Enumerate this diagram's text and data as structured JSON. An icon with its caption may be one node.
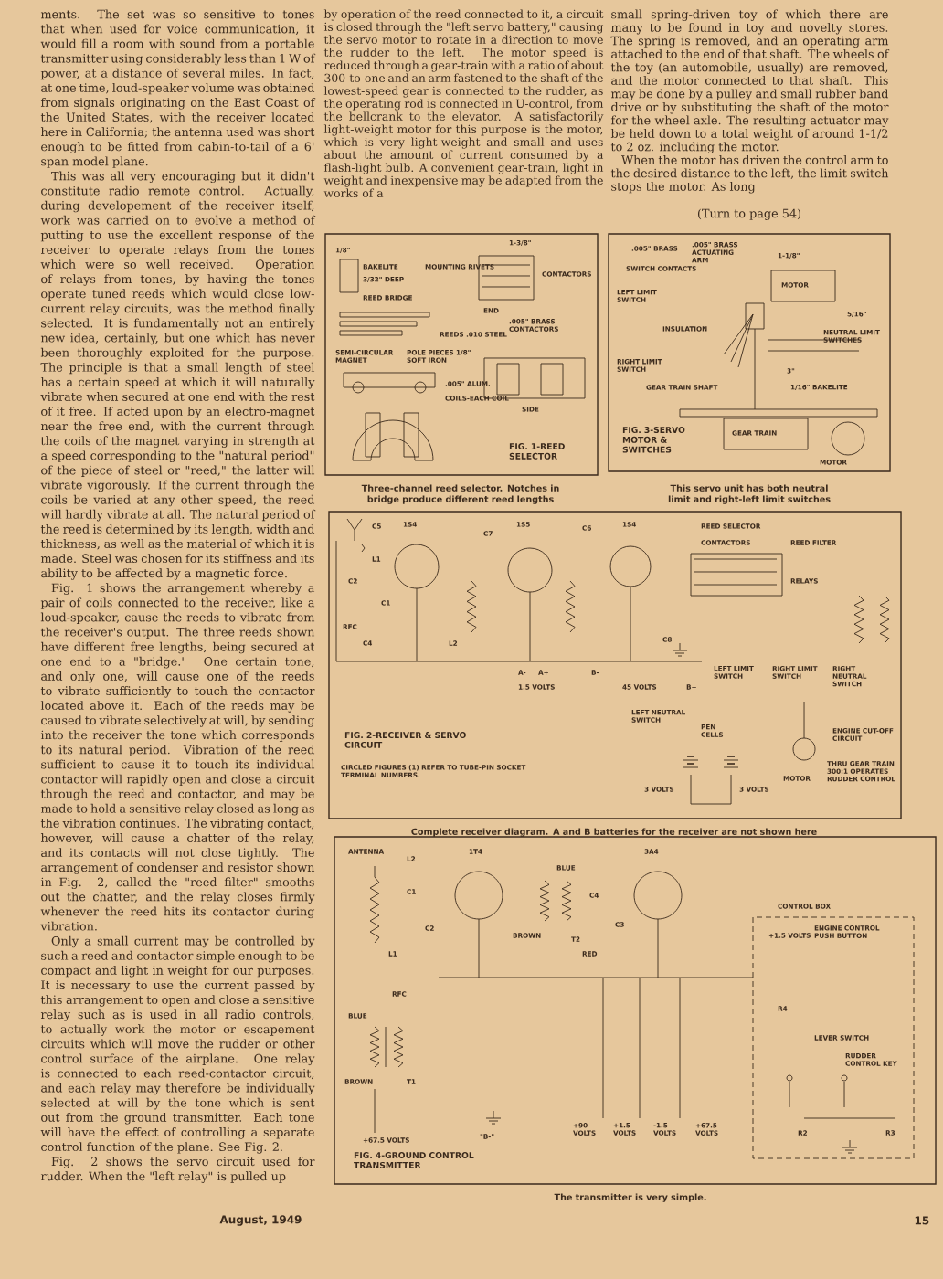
{
  "diagram": {
    "labels": [
      "ments. The set was so sensitive to tones that when used for voice communication, it would fill a room with sound from a portable transmitter using considerably less than 1 W of power, at a distance of several miles. In fact, at one time, loud-speaker volume was obtained from signals originating on the East Coast of the United States, with the receiver located here in California; the antenna used was short enough to be fitted from cabin-to-tail of a 6' span model plane.",
      "This was all very encouraging but it didn't constitute radio remote control. Actually, during developement of the receiver itself, work was carried on to evolve a method of putting to use the excellent response of the receiver to operate relays from the tones which were so well received. Operation of relays from tones, by having the tones operate tuned reeds which would close low-current relay circuits, was the method finally selected. It is fundamentally not an entirely new idea, certainly, but one which has never been thoroughly exploited for the purpose. The principle is that a small length of steel has a certain speed at which it will naturally vibrate when secured at one end with the rest of it free. If acted upon by an electro-magnet near the free end, with the current through the coils of the magnet varying in strength at a speed corresponding to the \"natural period\" of the piece of steel or \"reed,\" the latter will vibrate vigorously. If the current through the coils be varied at any other speed, the reed will hardly vibrate at all. The natural period of the reed is determined by its length, width and thickness, as well as the material of which it is made. Steel was chosen for its stiffness and its ability to be affected by a magnetic force.",
      "Fig. 1 shows the arrangement whereby a pair of coils connected to the receiver, like a loud-speaker, cause the reeds to vibrate from the receiver's output. The three reeds shown have different free lengths, being secured at one end to a \"bridge.\" One certain tone, and only one, will cause one of the reeds to vibrate sufficiently to touch the contactor located above it. Each of the reeds may be caused to vibrate selectively at will, by sending into the receiver the tone which corresponds to its natural period. Vibration of the reed sufficient to cause it to touch its individual contactor will rapidly open and close a circuit through the reed and contactor, and may be made to hold a sensitive relay closed as long as the vibration continues. The vibrating contact, however, will cause a chatter of the relay, and its contacts will not close tightly. The arrangement of condenser and resistor shown in Fig. 2, called the \"reed filter\" smooths out the chatter, and the relay closes firmly whenever the reed hits its contactor during vibration.",
      "Only a small current may be controlled by such a reed and contactor simple enough to be compact and light in weight for our purposes. It is necessary to use the current passed by this arrangement to open and close a sensitive relay such as is used in all radio controls, to actually work the motor or escapement circuits which will move the rudder or other control surface of the airplane. One relay is connected to each reed-contactor circuit, and each relay may therefore be individually selected at will by the tone which is sent out from the ground transmitter. Each tone will have the effect of controlling a separate control function of the plane. See Fig. 2.",
      "Fig. 2 shows the servo circuit used for rudder. When the \"left relay\" is pulled up",
      "by operation of the reed connected to it, a circuit is closed through the \"left servo battery,\" causing the servo motor to rotate in a direction to move the rudder to the left. The motor speed is reduced through a gear-train with a ratio of about 300-to-one and an arm fastened to the shaft of the lowest-speed gear is connected to the rudder, as the operating rod is connected in U-control, from the bellcrank to the elevator. A satisfactorily light-weight motor for this purpose is the motor, which is very light-weight and small and uses about the amount of current consumed by a flash-light bulb. A convenient gear-train, light in weight and inexpensive may be adapted from the works of a",
      "small spring-driven toy of which there are many to be found in toy and novelty stores. The spring is removed, and an operating arm attached to the end of that shaft. The wheels of the toy (an automobile, usually) are removed, and the motor connected to that shaft. This may be done by a pulley and small rubber band drive or by substituting the shaft of the motor for the wheel axle. The resulting actuator may be held down to a total weight of around 1-1/2 to 2 oz. including the motor.",
      "When the motor has driven the control arm to the desired distance to the left, the limit switch stops the motor. As long",
      "(Turn to page 54)",
      "1/8\"",
      "BAKELITE",
      "3/32\" DEEP",
      "MOUNTING RIVETS",
      "REED BRIDGE",
      "1-3/8\"",
      "CONTACTORS",
      "END",
      "REEDS .010 STEEL",
      ".005\" BRASS CONTACTORS",
      "SEMI-CIRCULAR MAGNET",
      "POLE PIECES 1/8\" SOFT IRON",
      ".005\" ALUM.",
      "COILS-EACH COIL",
      "SIDE",
      "FIG. 1-REED SELECTOR",
      "Three-channel reed selector. Notches in bridge produce different reed lengths",
      ".005\" BRASS",
      "SWITCH CONTACTS",
      ".005\" BRASS ACTUATING ARM",
      "1-1/8\"",
      "MOTOR",
      "LEFT LIMIT SWITCH",
      "5/16\"",
      "INSULATION",
      "NEUTRAL LIMIT SWITCHES",
      "RIGHT LIMIT SWITCH",
      "GEAR TRAIN SHAFT",
      "3\"",
      "1/16\" BAKELITE",
      "GEAR TRAIN",
      "MOTOR",
      "FIG. 3-SERVO MOTOR & SWITCHES",
      "This servo unit has both neutral limit and right-left limit switches",
      "C5",
      "1S4",
      "C7",
      "1S5",
      "C6",
      "1S4",
      "REED SELECTOR",
      "CONTACTORS",
      "REED FILTER",
      "L1",
      "C2",
      "C1",
      "RFC",
      "C4",
      "L2",
      "RELAYS",
      "C8",
      "A-",
      "A+",
      "1.5 VOLTS",
      "B-",
      "45 VOLTS",
      "B+",
      "LEFT LIMIT SWITCH",
      "RIGHT LIMIT SWITCH",
      "RIGHT NEUTRAL SWITCH",
      "FIG. 2-RECEIVER & SERVO CIRCUIT",
      "LEFT NEUTRAL SWITCH",
      "PEN CELLS",
      "ENGINE CUT-OFF CIRCUIT",
      "CIRCLED FIGURES (1) REFER TO TUBE-PIN SOCKET TERMINAL NUMBERS.",
      "THRU GEAR TRAIN 300:1 OPERATES RUDDER CONTROL",
      "MOTOR",
      "3 VOLTS",
      "3 VOLTS",
      "Complete receiver diagram. A and B batteries for the receiver are not shown here",
      "ANTENNA",
      "L2",
      "1T4",
      "C1",
      "C2",
      "L1",
      "RFC",
      "BLUE",
      "BROWN",
      "T1",
      "+67.5 VOLTS",
      "BLUE",
      "C4",
      "BROWN",
      "T2",
      "RED",
      "C3",
      "3A4",
      "CONTROL BOX",
      "+1.5 VOLTS",
      "ENGINE CONTROL PUSH BUTTON",
      "R4",
      "LEVER SWITCH",
      "RUDDER CONTROL KEY",
      "\"B-\"",
      "+90 VOLTS",
      "+1.5 VOLTS",
      "-1.5 VOLTS",
      "+67.5 VOLTS",
      "R2",
      "R3",
      "FIG. 4-GROUND CONTROL TRANSMITTER",
      "The transmitter is very simple.",
      "August, 1949",
      "15"
    ]
  }
}
